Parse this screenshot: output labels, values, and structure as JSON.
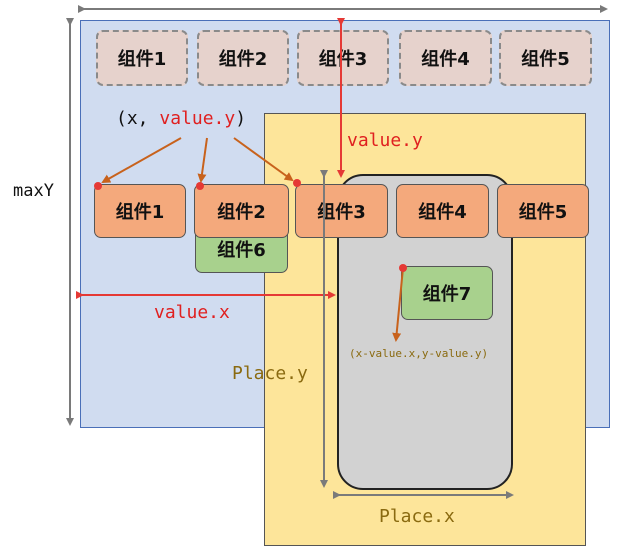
{
  "ghost_components": [
    "组件1",
    "组件2",
    "组件3",
    "组件4",
    "组件5"
  ],
  "row_components": [
    "组件1",
    "组件2",
    "组件3",
    "组件4",
    "组件5"
  ],
  "component6": "组件6",
  "component7": "组件7",
  "labels": {
    "coord_prefix": "(x, ",
    "coord_value": "value.y",
    "coord_suffix": ")",
    "value_y": "value.y",
    "value_x": "value.x",
    "max_y": "maxY",
    "place_y": "Place.y",
    "place_x": "Place.x",
    "offset_formula": "(x-value.x,y-value.y)"
  },
  "colors": {
    "region_blue": "#d0dcf0",
    "region_yellow": "#fde59a",
    "viewport_gray": "#d2d2d2",
    "component_orange": "#f4a97c",
    "component_green": "#a8d18d",
    "ghost_component": "#e6d2cc",
    "arrow_red": "#e53935",
    "arrow_orange": "#c8621c",
    "arrow_gray": "#7a7a7a",
    "label_red": "#e02020",
    "label_olive": "#8a6a10"
  }
}
